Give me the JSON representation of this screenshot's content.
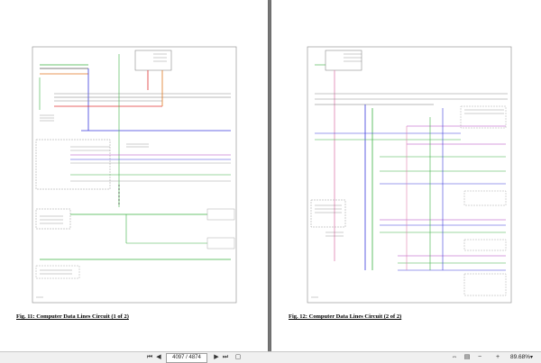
{
  "pages": [
    {
      "caption": "Fig. 11: Computer Data Lines Circuit (1 of 2)"
    },
    {
      "caption": "Fig. 12: Computer Data Lines Circuit (2 of 2)"
    }
  ],
  "statusbar": {
    "current_page": "4097",
    "separator": "/",
    "total_pages": "4874",
    "zoom": "89.68%"
  },
  "icons": {
    "first": "first-page-icon",
    "prev": "prev-page-icon",
    "next": "next-page-icon",
    "last": "last-page-icon",
    "fit-page": "fit-page-icon",
    "fit-width": "fit-width-icon",
    "zoom-out": "zoom-out-icon",
    "zoom-in": "zoom-in-icon"
  },
  "colors": {
    "wire_green": "#3cb043",
    "wire_blue": "#3a3adc",
    "wire_red": "#e03030",
    "wire_orange": "#e07820",
    "wire_purple": "#b040c0",
    "wire_pink": "#e080b0",
    "wire_black": "#000000"
  }
}
